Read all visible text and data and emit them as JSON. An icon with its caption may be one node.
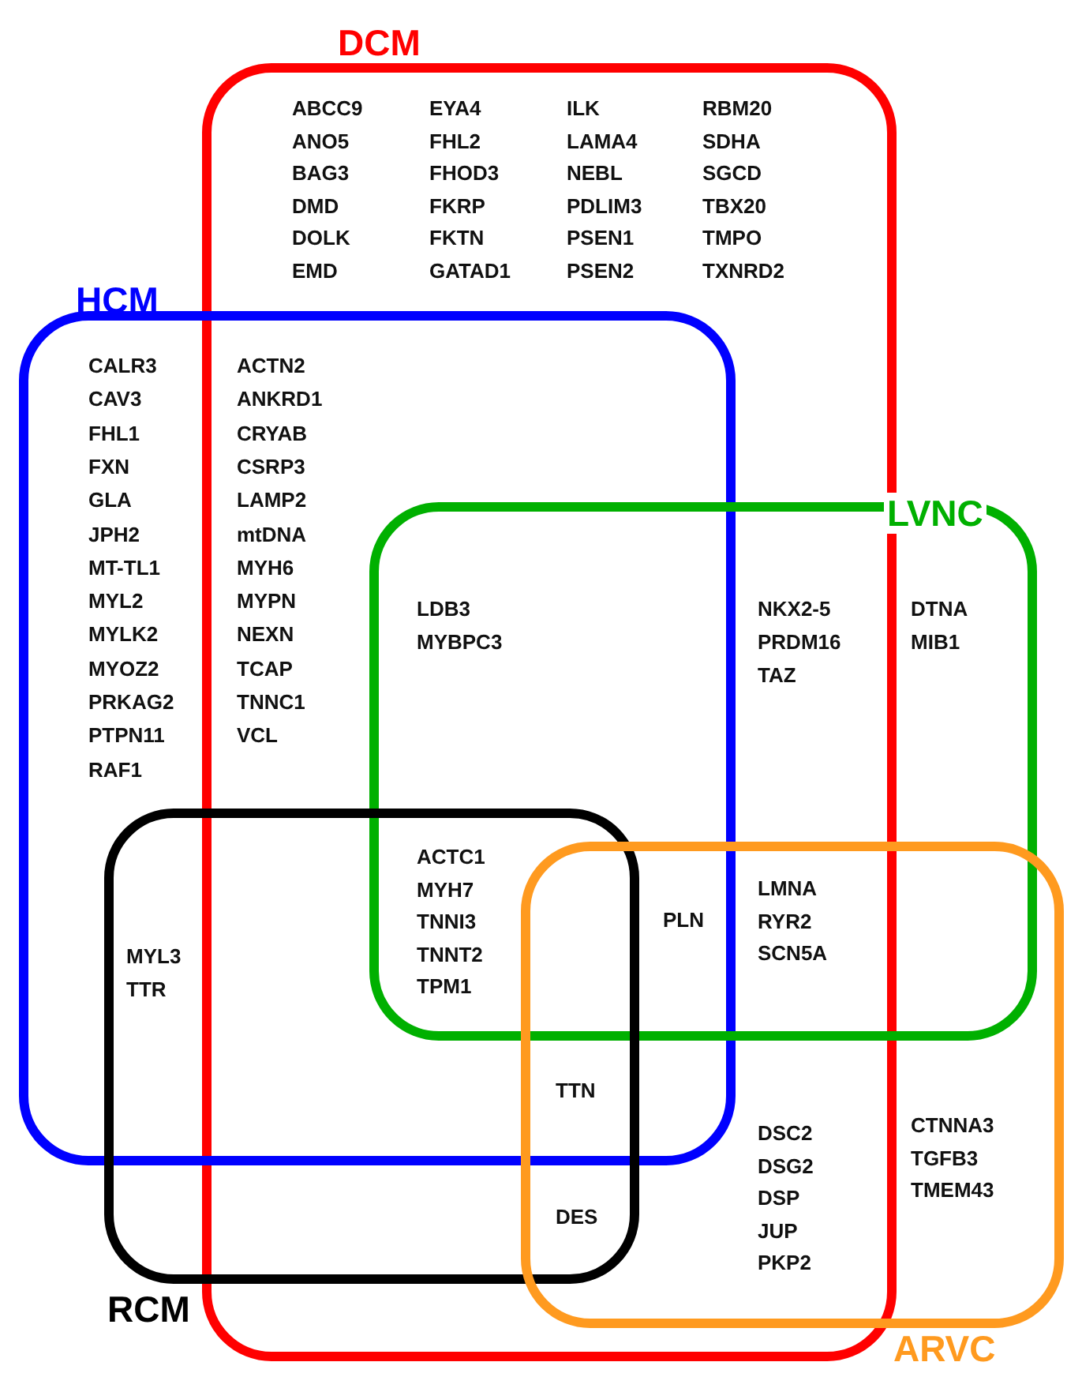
{
  "diagram": {
    "nodes": [
      {
        "text": [
          "DCM"
        ]
      },
      {
        "text": [
          "HCM"
        ]
      },
      {
        "text": [
          "LVNC"
        ]
      },
      {
        "text": [
          "RCM"
        ]
      },
      {
        "text": [
          "ARVC"
        ]
      }
    ],
    "labels": [
      "ABCC9",
      "ANO5",
      "BAG3",
      "DMD",
      "DOLK",
      "EMD",
      "EYA4",
      "FHL2",
      "FHOD3",
      "FKRP",
      "FKTN",
      "GATAD1",
      "ILK",
      "LAMA4",
      "NEBL",
      "PDLIM3",
      "PSEN1",
      "PSEN2",
      "RBM20",
      "SDHA",
      "SGCD",
      "TBX20",
      "TMPO",
      "TXNRD2",
      "CALR3",
      "CAV3",
      "FHL1",
      "FXN",
      "GLA",
      "JPH2",
      "MT-TL1",
      "MYL2",
      "MYLK2",
      "MYOZ2",
      "PRKAG2",
      "PTPN11",
      "RAF1",
      "ACTN2",
      "ANKRD1",
      "CRYAB",
      "CSRP3",
      "LAMP2",
      "mtDNA",
      "MYH6",
      "MYPN",
      "NEXN",
      "TCAP",
      "TNNC1",
      "VCL",
      "LDB3",
      "MYBPC3",
      "NKX2-5",
      "PRDM16",
      "TAZ",
      "DTNA",
      "MIB1",
      "ACTC1",
      "MYH7",
      "TNNI3",
      "TNNT2",
      "TPM1",
      "MYL3",
      "TTR",
      "PLN",
      "LMNA",
      "RYR2",
      "SCN5A",
      "TTN",
      "DES",
      "DSC2",
      "DSG2",
      "DSP",
      "JUP",
      "PKP2",
      "CTNNA3",
      "TGFB3",
      "TMEM43"
    ]
  }
}
